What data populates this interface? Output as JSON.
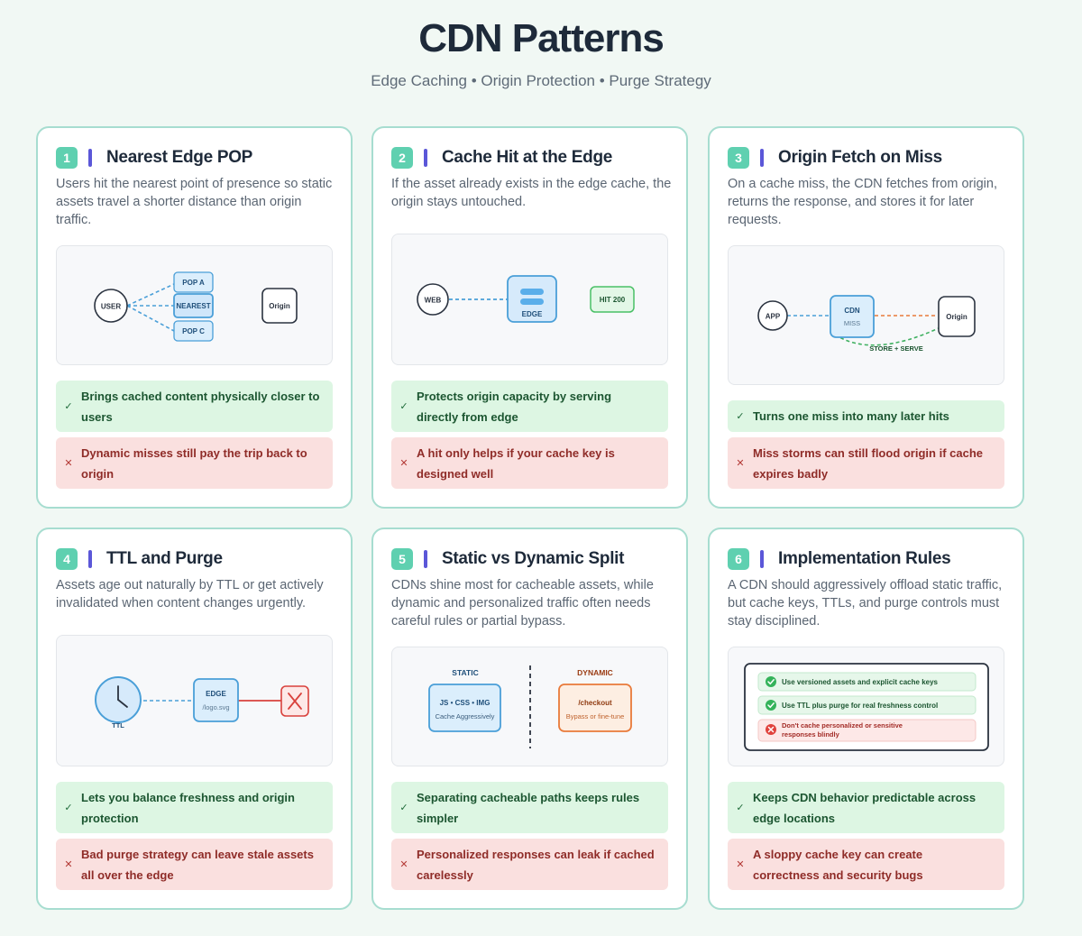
{
  "header": {
    "title": "CDN Patterns",
    "subtitle": "Edge Caching • Origin Protection • Purge Strategy"
  },
  "colors": {
    "accent_teal": "#5fd0b0",
    "accent_indigo": "#5b57d8",
    "pro_bg": "#ddf6e3",
    "con_bg": "#fae0df",
    "card_border": "#a7ddd0"
  },
  "cards": [
    {
      "num": "1",
      "title": "Nearest Edge POP",
      "desc": "Users hit the nearest point of presence so static assets travel a shorter distance than origin traffic.",
      "diagram": {
        "user": "USER",
        "pop_a": "POP A",
        "nearest": "NEAREST",
        "pop_c": "POP C",
        "origin": "Origin"
      },
      "pro": "Brings cached content physically closer to users",
      "con": "Dynamic misses still pay the trip back to origin"
    },
    {
      "num": "2",
      "title": "Cache Hit at the Edge",
      "desc": "If the asset already exists in the edge cache, the origin stays untouched.",
      "diagram": {
        "web": "WEB",
        "edge": "EDGE",
        "hit": "HIT 200"
      },
      "pro": "Protects origin capacity by serving directly from edge",
      "con": "A hit only helps if your cache key is designed well"
    },
    {
      "num": "3",
      "title": "Origin Fetch on Miss",
      "desc": "On a cache miss, the CDN fetches from origin, returns the response, and stores it for later requests.",
      "diagram": {
        "app": "APP",
        "cdn": "CDN",
        "miss": "MISS",
        "origin": "Origin",
        "store": "STORE + SERVE"
      },
      "pro": "Turns one miss into many later hits",
      "con": "Miss storms can still flood origin if cache expires badly"
    },
    {
      "num": "4",
      "title": "TTL and Purge",
      "desc": "Assets age out naturally by TTL or get actively invalidated when content changes urgently.",
      "diagram": {
        "ttl": "TTL",
        "edge": "EDGE",
        "path": "/logo.svg"
      },
      "pro": "Lets you balance freshness and origin protection",
      "con": "Bad purge strategy can leave stale assets all over the edge"
    },
    {
      "num": "5",
      "title": "Static vs Dynamic Split",
      "desc": "CDNs shine most for cacheable assets, while dynamic and personalized traffic often needs careful rules or partial bypass.",
      "diagram": {
        "static_label": "STATIC",
        "static_main": "JS • CSS • IMG",
        "static_sub": "Cache Aggressively",
        "dynamic_label": "DYNAMIC",
        "dynamic_main": "/checkout",
        "dynamic_sub": "Bypass or fine-tune"
      },
      "pro": "Separating cacheable paths keeps rules simpler",
      "con": "Personalized responses can leak if cached carelessly"
    },
    {
      "num": "6",
      "title": "Implementation Rules",
      "desc": "A CDN should aggressively offload static traffic, but cache keys, TTLs, and purge controls must stay disciplined.",
      "diagram": {
        "rule1": "Use versioned assets and explicit cache keys",
        "rule2": "Use TTL plus purge for real freshness control",
        "rule3a": "Don't cache personalized or sensitive",
        "rule3b": "responses blindly"
      },
      "pro": "Keeps CDN behavior predictable across edge locations",
      "con": "A sloppy cache key can create correctness and security bugs"
    }
  ]
}
